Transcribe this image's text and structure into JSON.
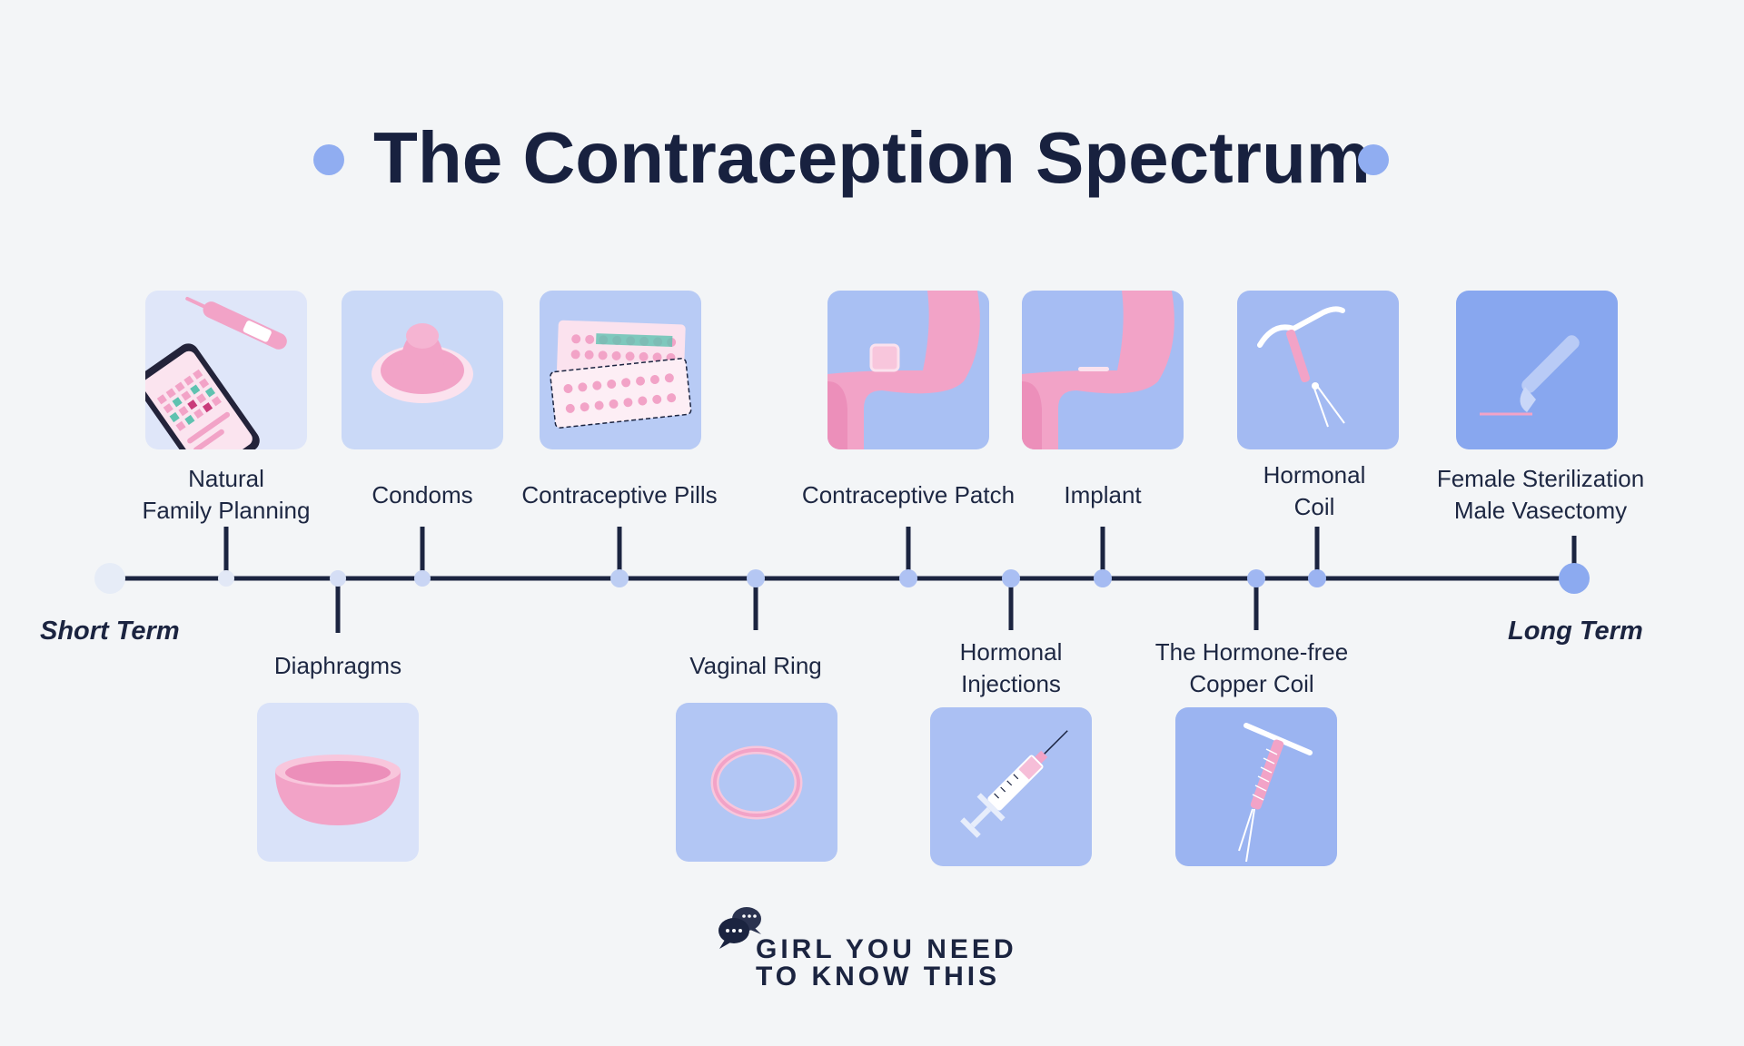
{
  "title": "The Contraception Spectrum",
  "axis": {
    "start_label": "Short Term",
    "end_label": "Long Term"
  },
  "methods": [
    {
      "id": "natural-family-planning",
      "label": [
        "Natural",
        "Family Planning"
      ],
      "position": "above",
      "icon": "thermometer-calendar-phone-icon"
    },
    {
      "id": "diaphragms",
      "label": [
        "Diaphragms"
      ],
      "position": "below",
      "icon": "diaphragm-icon"
    },
    {
      "id": "condoms",
      "label": [
        "Condoms"
      ],
      "position": "above",
      "icon": "condom-icon"
    },
    {
      "id": "contraceptive-pills",
      "label": [
        "Contraceptive Pills"
      ],
      "position": "above",
      "icon": "pill-pack-icon"
    },
    {
      "id": "vaginal-ring",
      "label": [
        "Vaginal Ring"
      ],
      "position": "below",
      "icon": "vaginal-ring-icon"
    },
    {
      "id": "contraceptive-patch",
      "label": [
        "Contraceptive Patch"
      ],
      "position": "above",
      "icon": "arm-patch-icon"
    },
    {
      "id": "hormonal-injections",
      "label": [
        "Hormonal",
        "Injections"
      ],
      "position": "below",
      "icon": "syringe-icon"
    },
    {
      "id": "implant",
      "label": [
        "Implant"
      ],
      "position": "above",
      "icon": "arm-implant-icon"
    },
    {
      "id": "copper-coil",
      "label": [
        "The Hormone-free",
        "Copper Coil"
      ],
      "position": "below",
      "icon": "copper-coil-icon"
    },
    {
      "id": "hormonal-coil",
      "label": [
        "Hormonal",
        "Coil"
      ],
      "position": "above",
      "icon": "hormonal-coil-icon"
    },
    {
      "id": "sterilization",
      "label": [
        "Female Sterilization",
        "Male Vasectomy"
      ],
      "position": "above",
      "icon": "scalpel-icon"
    }
  ],
  "brand": {
    "line1": "GIRL YOU NEED",
    "line2": "TO KNOW THIS",
    "icon": "chat-bubbles-icon"
  },
  "colors": {
    "background": "#f3f5f7",
    "navy": "#1b2440",
    "accent": "#90adf1",
    "pink": "#f0a3c8"
  }
}
